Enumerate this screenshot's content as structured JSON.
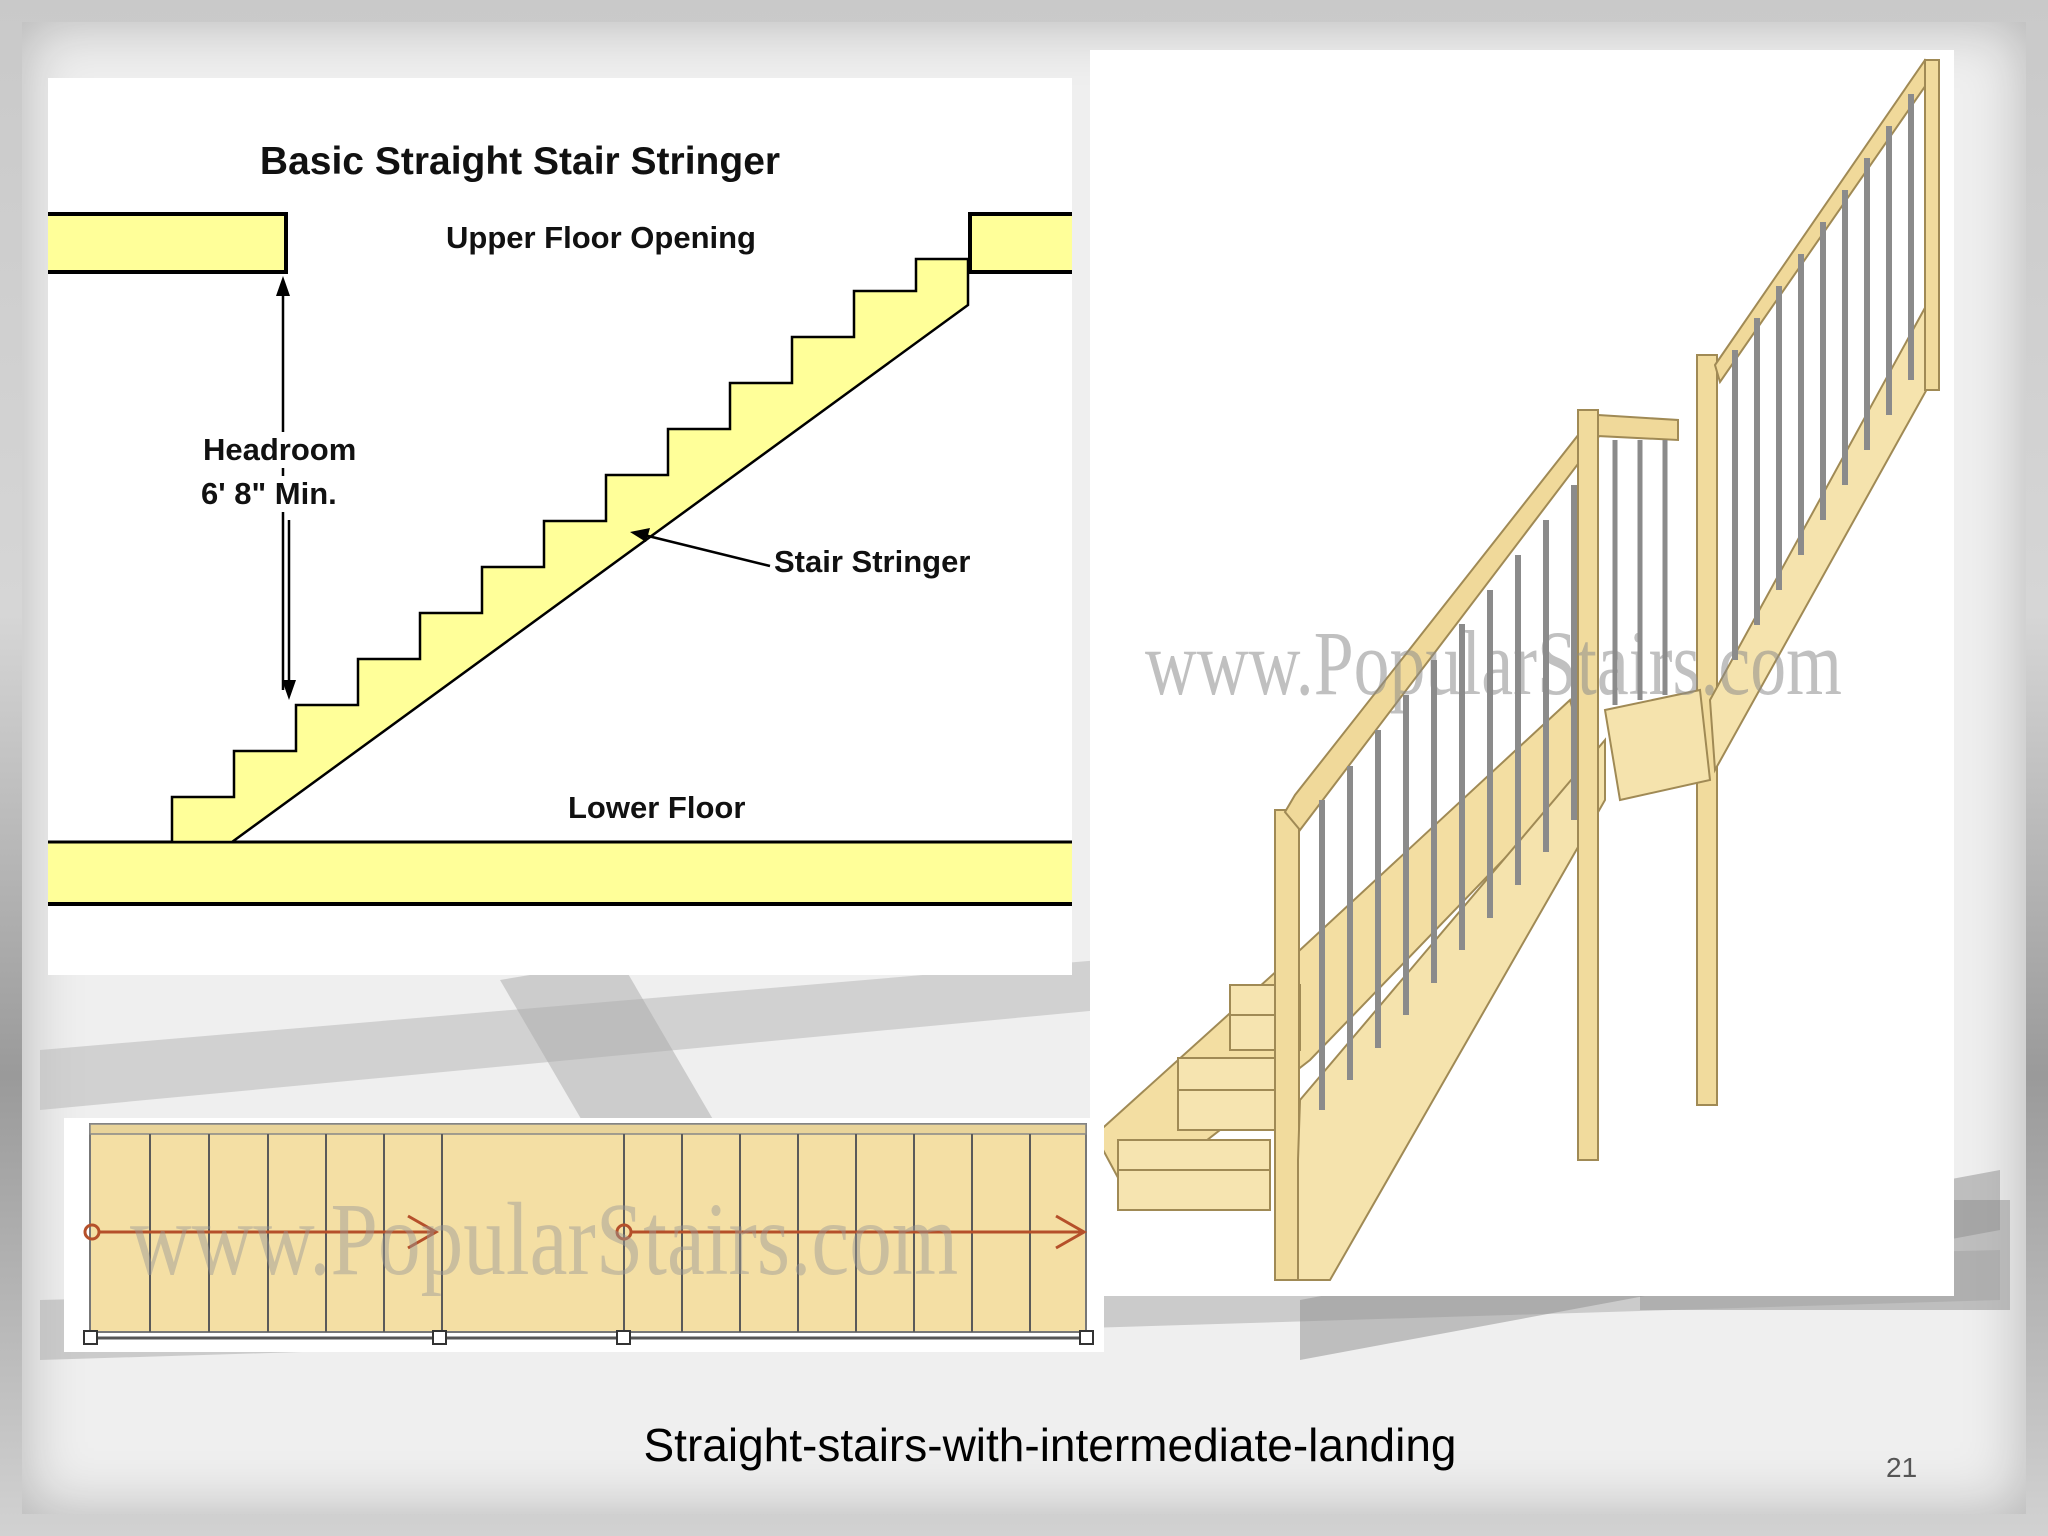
{
  "diagram": {
    "title": "Basic Straight Stair Stringer",
    "labels": {
      "upper_floor": "Upper Floor Opening",
      "headroom_line1": "Headroom",
      "headroom_line2": "6' 8\" Min.",
      "stringer": "Stair Stringer",
      "lower_floor": "Lower Floor"
    },
    "colors": {
      "fill": "#ffff99",
      "stroke": "#000000"
    }
  },
  "watermarks": {
    "stair_render": "www.PopularStairs.com",
    "plan_view": "www.PopularStairs.com"
  },
  "slide": {
    "caption": "Straight-stairs-with-intermediate-landing",
    "page_number": "21"
  },
  "colors": {
    "wood": "#f4dfa4",
    "wood_dark": "#d9bf7c",
    "arrow": "#b5502a"
  }
}
